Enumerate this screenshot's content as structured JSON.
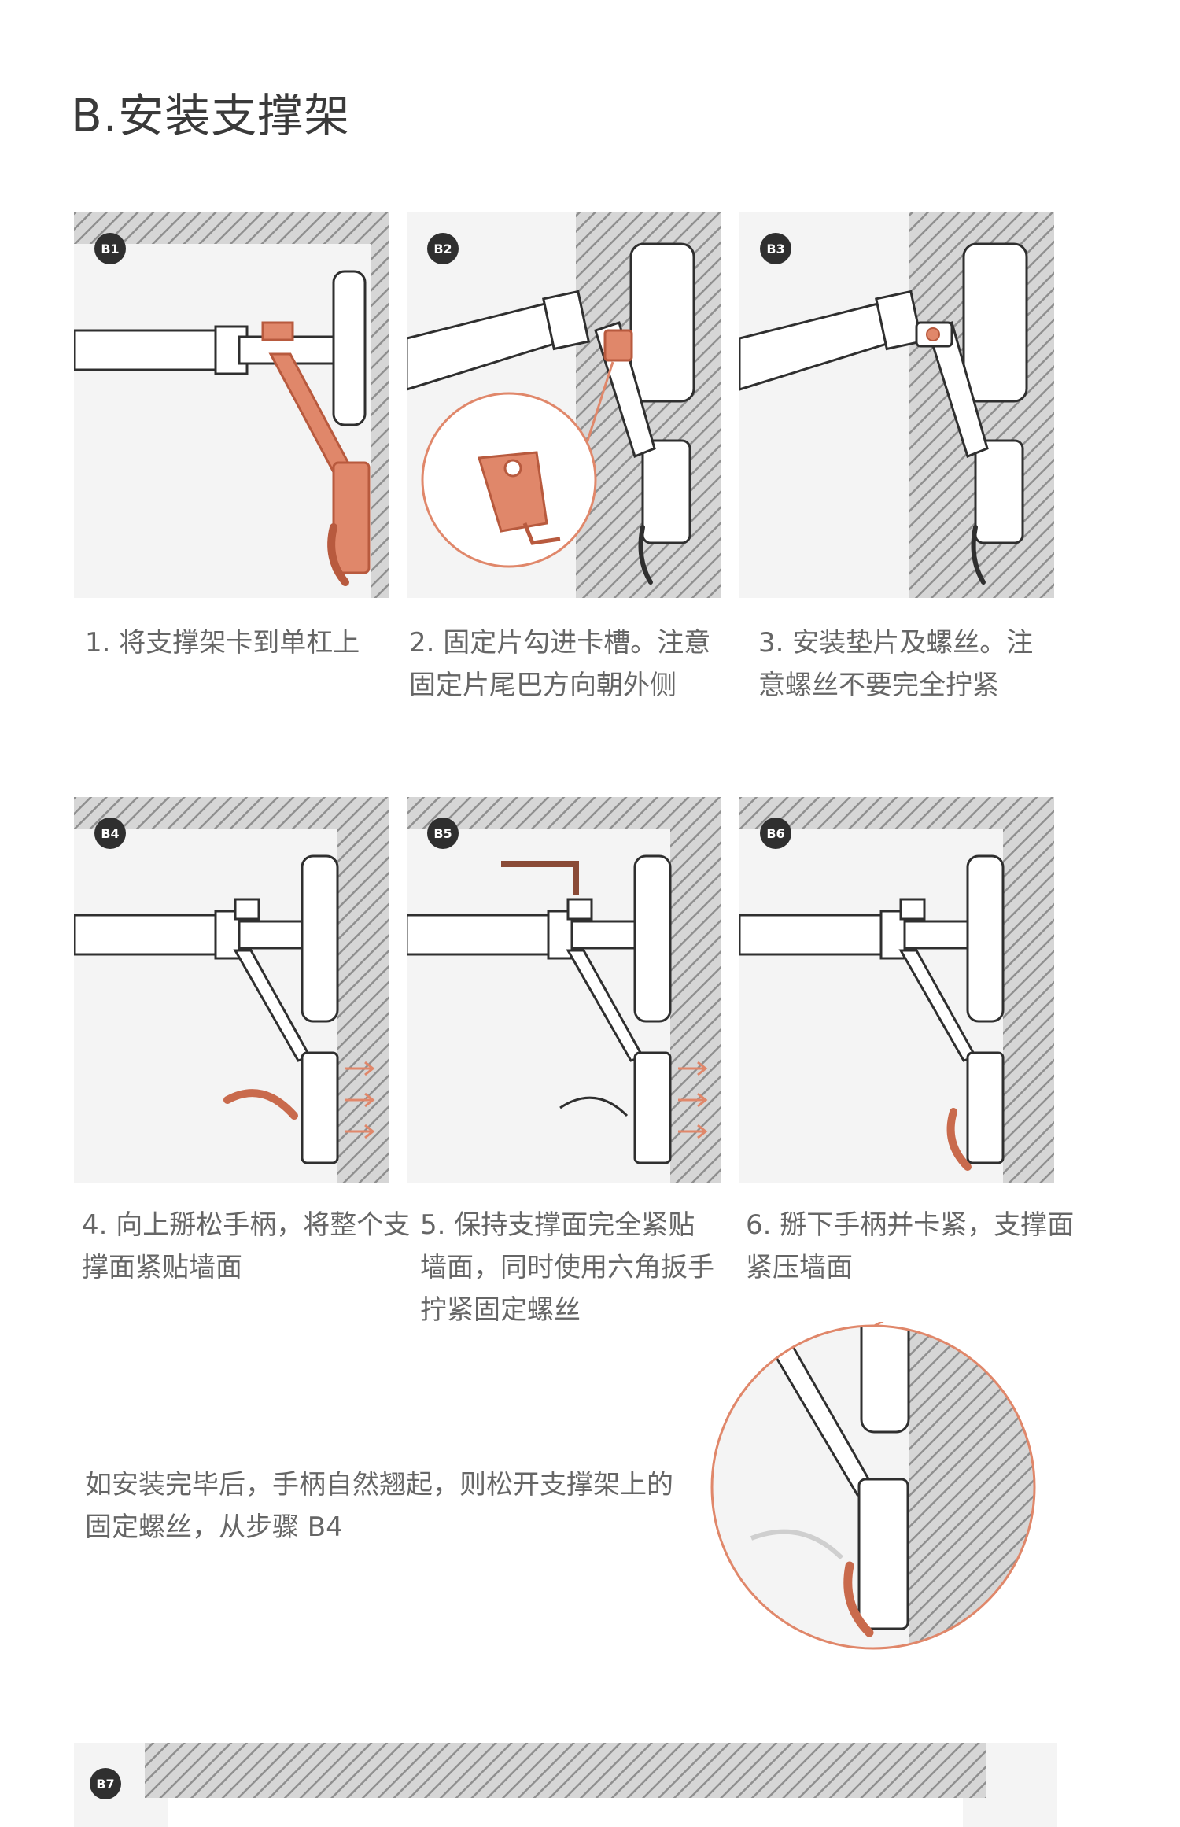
{
  "page": {
    "title": "B.安装支撑架"
  },
  "steps": [
    {
      "badge": "B1",
      "caption": "1. 将支撑架卡到单杠上"
    },
    {
      "badge": "B2",
      "caption": "2. 固定片勾进卡槽。注意固定片尾巴方向朝外侧"
    },
    {
      "badge": "B3",
      "caption": "3. 安装垫片及螺丝。注意螺丝不要完全拧紧"
    },
    {
      "badge": "B4",
      "caption": "4. 向上掰松手柄，将整个支撑面紧贴墙面"
    },
    {
      "badge": "B5",
      "caption": "5. 保持支撑面完全紧贴墙面，同时使用六角扳手拧紧固定螺丝"
    },
    {
      "badge": "B6",
      "caption": "6. 掰下手柄并卡紧，支撑面紧压墙面"
    },
    {
      "badge": "B7"
    }
  ],
  "note": "如安装完毕后，手柄自然翘起，则松开支撑架上的固定螺丝，从步骤 B4",
  "colors": {
    "accent": "#e0876a",
    "accent_stroke": "#b85a3e",
    "line": "#2f2f2f",
    "hatch": "#9a9a9a"
  }
}
